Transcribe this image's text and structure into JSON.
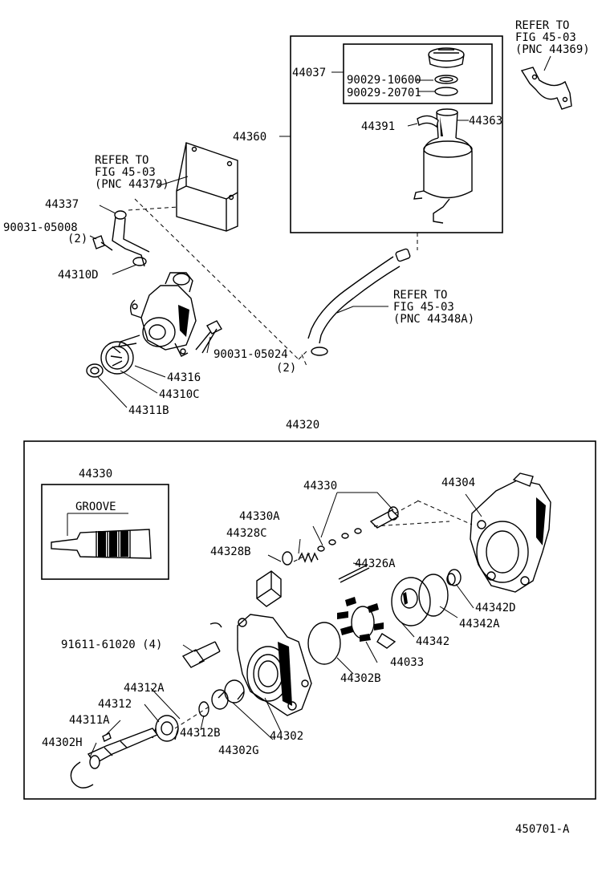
{
  "diagram": {
    "figure_code": "450701-A",
    "refs": {
      "ref_44369": [
        "REFER TO",
        "FIG 45-03",
        "(PNC 44369)"
      ],
      "ref_44379": [
        "REFER TO",
        "FIG 45-03",
        "(PNC 44379)"
      ],
      "ref_44348a": [
        "REFER TO",
        "FIG 45-03",
        "(PNC 44348A)"
      ]
    },
    "labels": {
      "p44037": "44037",
      "p90029_10600": "90029-10600",
      "p90029_20701": "90029-20701",
      "p44360": "44360",
      "p44391": "44391",
      "p44363": "44363",
      "p44337": "44337",
      "p90031_05008": "90031-05008",
      "q2a": "(2)",
      "p44310d": "44310D",
      "p90031_05024": "90031-05024",
      "q2b": "(2)",
      "p44316": "44316",
      "p44310c": "44310C",
      "p44311b": "44311B",
      "p44320": "44320",
      "p44330_inset": "44330",
      "groove": "GROOVE",
      "p44330": "44330",
      "p44330a": "44330A",
      "p44328c": "44328C",
      "p44328b": "44328B",
      "p44304": "44304",
      "p44326a": "44326A",
      "p44342d": "44342D",
      "p44342a": "44342A",
      "p44342": "44342",
      "p91611": "91611-61020 (4)",
      "p44033": "44033",
      "p44302b": "44302B",
      "p44312a": "44312A",
      "p44312": "44312",
      "p44311a": "44311A",
      "p44302h": "44302H",
      "p44312b": "44312B",
      "p44302": "44302",
      "p44302g": "44302G"
    }
  }
}
